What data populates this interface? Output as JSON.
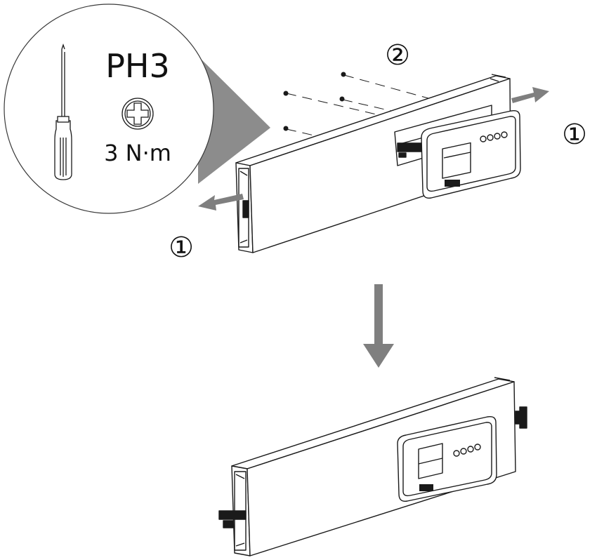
{
  "tool": {
    "bit_type": "PH3",
    "torque": "3 N·m"
  },
  "steps": {
    "pull_out": "①",
    "fasten_screws": "②"
  },
  "colors": {
    "line": "#1a1a1a",
    "arrow": "#7f7f7f",
    "callout": "#8c8c8c",
    "fill": "#ffffff"
  },
  "icons": {
    "screwdriver": "screwdriver-icon",
    "phillips_head": "phillips-head-icon",
    "screw": "screw-icon"
  }
}
